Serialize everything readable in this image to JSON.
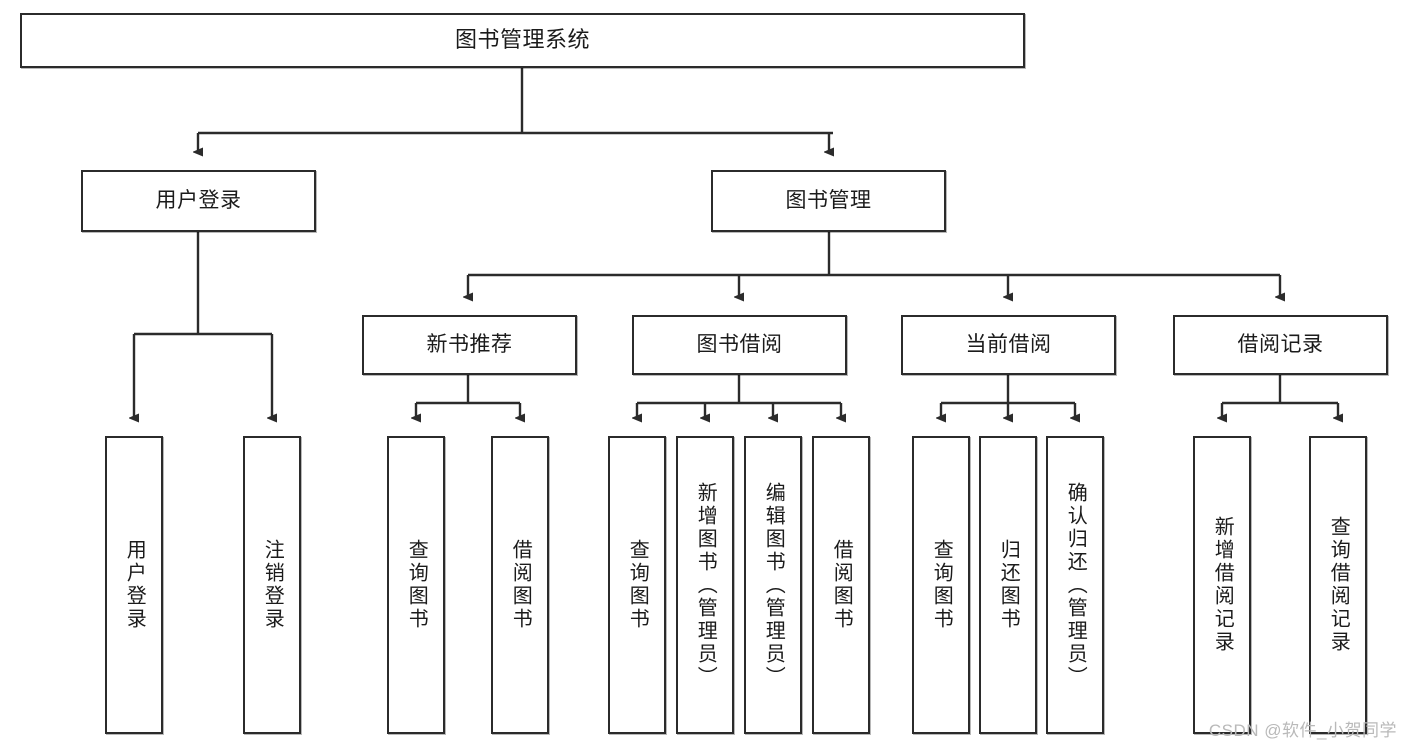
{
  "diagram": {
    "title": "图书管理系统",
    "type": "hierarchy-tree",
    "watermark": "CSDN @软件_小贺同学",
    "colors": {
      "stroke": "#2b2b2b",
      "fill": "#ffffff",
      "text": "#1b1b1b",
      "watermark": "#b9b9b9"
    },
    "nodes": {
      "root": {
        "label": "图书管理系统"
      },
      "level2": [
        {
          "label": "用户登录"
        },
        {
          "label": "图书管理"
        }
      ],
      "level3": [
        {
          "label": "新书推荐"
        },
        {
          "label": "图书借阅"
        },
        {
          "label": "当前借阅"
        },
        {
          "label": "借阅记录"
        }
      ],
      "leaves": {
        "user_login": [
          {
            "label": "用户登录"
          },
          {
            "label": "注销登录"
          }
        ],
        "new_book_recommend": [
          {
            "label": "查询图书"
          },
          {
            "label": "借阅图书"
          }
        ],
        "book_borrow": [
          {
            "label": "查询图书"
          },
          {
            "label": "新增图书（管理员）"
          },
          {
            "label": "编辑图书（管理员）"
          },
          {
            "label": "借阅图书"
          }
        ],
        "current_borrow": [
          {
            "label": "查询图书"
          },
          {
            "label": "归还图书"
          },
          {
            "label": "确认归还（管理员）"
          }
        ],
        "borrow_record": [
          {
            "label": "新增借阅记录"
          },
          {
            "label": "查询借阅记录"
          }
        ]
      }
    }
  }
}
